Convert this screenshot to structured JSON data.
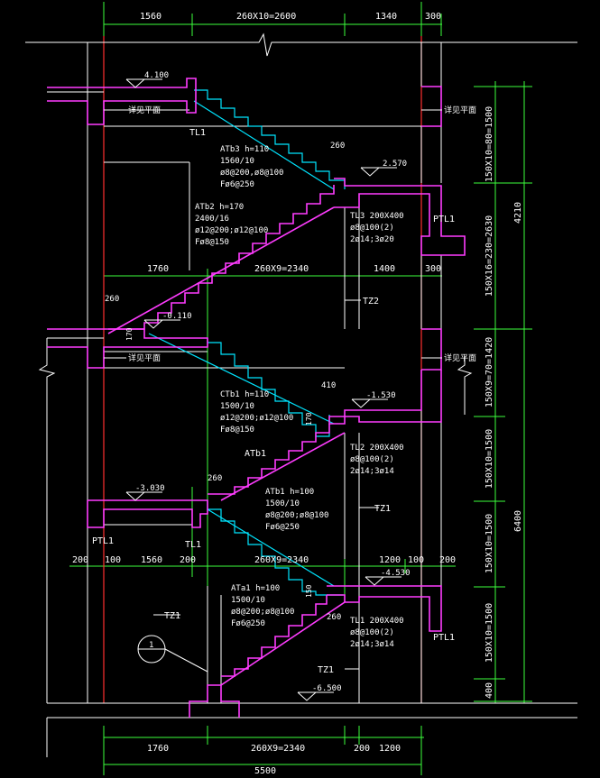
{
  "colors": {
    "background": "#000000",
    "dimension": "#3cff3c",
    "wall": "#ff3cff",
    "stair_alt": "#00e5ff",
    "axis": "#ff3030",
    "text": "#ffffff"
  },
  "dims_top": {
    "d1": "1560",
    "d2": "260X10=2600",
    "d3": "1340",
    "d4": "300"
  },
  "dims_mid_upper": {
    "d1": "1760",
    "d2": "260X9=2340",
    "d3": "1400",
    "d4": "300"
  },
  "dims_mid_lower": {
    "d1": "200",
    "d2": "100",
    "d3": "1560",
    "d4": "200",
    "d5": "260X9=2340",
    "d6": "1200",
    "d7": "100",
    "d8": "200"
  },
  "dims_bottom": {
    "d1": "1760",
    "d2": "260X9=2340",
    "d3": "200",
    "d4": "1200",
    "total": "5500"
  },
  "dims_right": {
    "r1": "150X10=80=1500",
    "r2": "150X16=230=2630",
    "r3": "150X9=70=1420",
    "r4": "150X10=1500",
    "r5": "150X10=1500",
    "r6": "150X10=1500",
    "r7": "400",
    "total_upper": "4210",
    "total_lower": "6400"
  },
  "levels": {
    "l1": "4.100",
    "l2": "2.570",
    "l3": "-0.110",
    "l4": "-1.530",
    "l5": "-3.030",
    "l6": "-4.530",
    "l7": "-6.500"
  },
  "notes": {
    "landing_note": "详见平面",
    "tl1": "TL1",
    "ptl1": "PTL1",
    "tz1": "TZ1",
    "tz2": "TZ2",
    "atb1": "ATb1"
  },
  "stair_labels": {
    "atb3": [
      "ATb3 h=110",
      "1560/10",
      "ø8@200,ø8@100",
      "Fø6@250"
    ],
    "atb2": [
      "ATb2 h=170",
      "2400/16",
      "ø12@200;ø12@100",
      "Fø8@150"
    ],
    "ctb1": [
      "CTb1 h=110",
      "1500/10",
      "ø12@200;ø12@100",
      "Fø8@150"
    ],
    "atb1": [
      "ATb1 h=100",
      "1500/10",
      "ø8@200;ø8@100",
      "Fø6@250"
    ],
    "ata1": [
      "ATa1 h=100",
      "1500/10",
      "ø8@200;ø8@100",
      "Fø6@250"
    ]
  },
  "beam_labels": {
    "tl3": [
      "TL3 200X400",
      "ø8@100(2)",
      "2ø14;3ø20"
    ],
    "tl2": [
      "TL2 200X400",
      "ø8@100(2)",
      "2ø14;3ø14"
    ],
    "tl1": [
      "TL1 200X400",
      "ø8@100(2)",
      "2ø14;3ø14"
    ]
  },
  "small_dims": {
    "s260a": "260",
    "s260b": "260",
    "s410": "410",
    "s260c": "260",
    "s260d": "260",
    "s170a": "170",
    "s170b": "170",
    "s150": "150"
  },
  "axis_tag": "1"
}
